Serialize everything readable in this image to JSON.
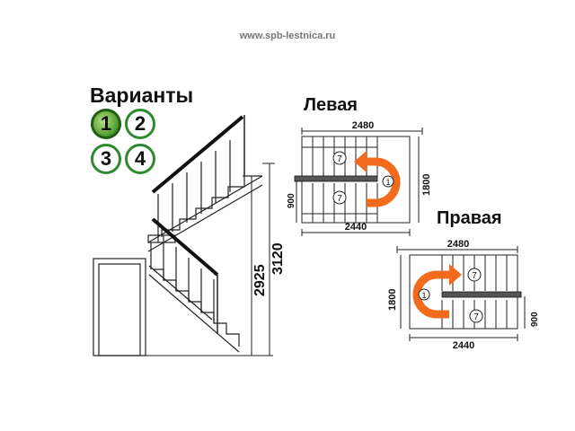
{
  "header": {
    "url": "www.spb-lestnica.ru"
  },
  "variants": {
    "title": "Варианты",
    "options": [
      {
        "label": "1",
        "selected": true
      },
      {
        "label": "2",
        "selected": false
      },
      {
        "label": "3",
        "selected": false
      },
      {
        "label": "4",
        "selected": false
      }
    ]
  },
  "elevation": {
    "dim_inner": "2925",
    "dim_outer": "3120"
  },
  "left_plan": {
    "title": "Левая",
    "dim_top": "2480",
    "dim_bottom": "2440",
    "dim_side": "1800",
    "dim_landing": "900",
    "steps_upper": "7",
    "steps_lower": "7",
    "turn": "1"
  },
  "right_plan": {
    "title": "Правая",
    "dim_top": "2480",
    "dim_bottom": "2440",
    "dim_side": "1800",
    "dim_landing": "900",
    "steps_upper": "7",
    "steps_lower": "7",
    "turn": "1"
  },
  "colors": {
    "arrow": "#f26a1b",
    "badge_ring": "#2f8a2f",
    "badge_active": "#4b9a2a"
  }
}
